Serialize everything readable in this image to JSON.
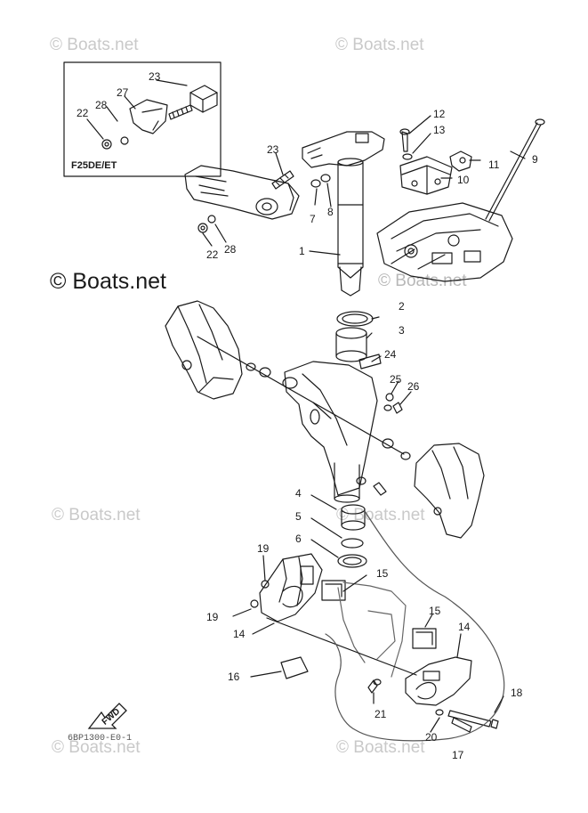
{
  "watermark": "© Boats.net",
  "inset": {
    "label": "F25DE/ET"
  },
  "fwd_label": "FWD",
  "ref_code": "6BP1300-E0-1",
  "page_number": "17",
  "callouts": [
    {
      "id": "c1",
      "text": "1"
    },
    {
      "id": "c2",
      "text": "2"
    },
    {
      "id": "c3",
      "text": "3"
    },
    {
      "id": "c4",
      "text": "4"
    },
    {
      "id": "c5",
      "text": "5"
    },
    {
      "id": "c6",
      "text": "6"
    },
    {
      "id": "c7",
      "text": "7"
    },
    {
      "id": "c8",
      "text": "8"
    },
    {
      "id": "c9",
      "text": "9"
    },
    {
      "id": "c10",
      "text": "10"
    },
    {
      "id": "c11",
      "text": "11"
    },
    {
      "id": "c12",
      "text": "12"
    },
    {
      "id": "c13",
      "text": "13"
    },
    {
      "id": "c14a",
      "text": "14"
    },
    {
      "id": "c14b",
      "text": "14"
    },
    {
      "id": "c15a",
      "text": "15"
    },
    {
      "id": "c15b",
      "text": "15"
    },
    {
      "id": "c16",
      "text": "16"
    },
    {
      "id": "c17",
      "text": "17"
    },
    {
      "id": "c18",
      "text": "18"
    },
    {
      "id": "c19a",
      "text": "19"
    },
    {
      "id": "c19b",
      "text": "19"
    },
    {
      "id": "c20",
      "text": "20"
    },
    {
      "id": "c21",
      "text": "21"
    },
    {
      "id": "c22a",
      "text": "22"
    },
    {
      "id": "c22b",
      "text": "22"
    },
    {
      "id": "c23a",
      "text": "23"
    },
    {
      "id": "c23b",
      "text": "23"
    },
    {
      "id": "c24",
      "text": "24"
    },
    {
      "id": "c25",
      "text": "25"
    },
    {
      "id": "c26",
      "text": "26"
    },
    {
      "id": "c27",
      "text": "27"
    },
    {
      "id": "c28a",
      "text": "28"
    },
    {
      "id": "c28b",
      "text": "28"
    }
  ]
}
